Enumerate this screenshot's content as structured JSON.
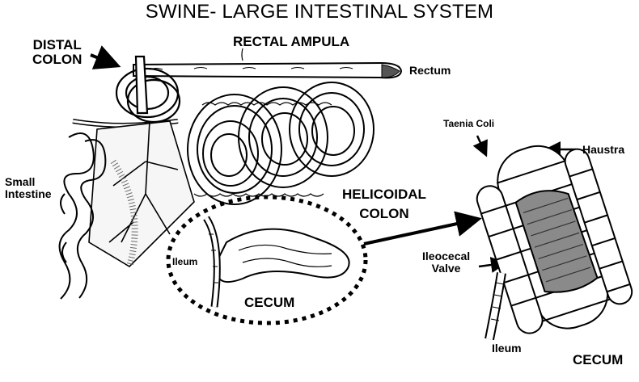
{
  "title": "SWINE- LARGE INTESTINAL SYSTEM",
  "labels": {
    "distal_colon_line1": "DISTAL",
    "distal_colon_line2": "COLON",
    "rectal_ampula": "RECTAL AMPULA",
    "rectum": "Rectum",
    "small_intestine_line1": "Small",
    "small_intestine_line2": "Intestine",
    "helicoidal_line1": "HELICOIDAL",
    "helicoidal_line2": "COLON",
    "ileum_main": "Ileum",
    "cecum_main": "CECUM",
    "taenia_coli": "Taenia Coli",
    "haustra": "Haustra",
    "ileocecal_line1": "Ileocecal",
    "ileocecal_line2": "Valve",
    "ileum_detail": "Ileum",
    "cecum_detail": "CECUM"
  },
  "colors": {
    "ink": "#000000",
    "background": "#ffffff",
    "stipple": "#6b6b6b"
  }
}
